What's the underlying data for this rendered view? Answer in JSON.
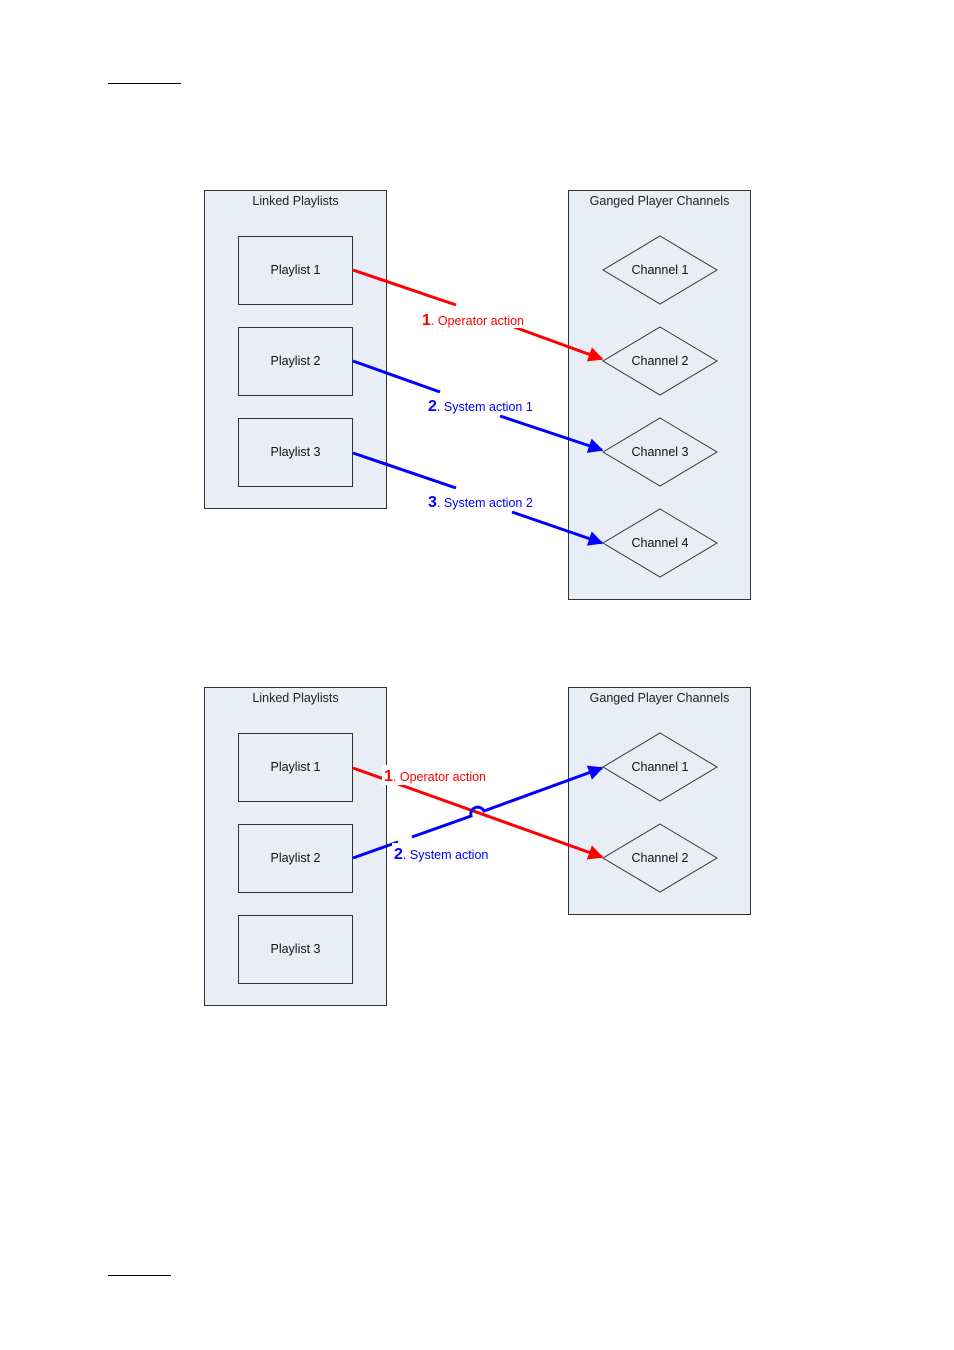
{
  "colors": {
    "panel_fill": "#e8edf6",
    "panel_stroke": "#333333",
    "operator": "#ff0000",
    "system": "#0000ff"
  },
  "diagram1": {
    "left_panel_title": "Linked Playlists",
    "right_panel_title": "Ganged Player Channels",
    "playlists": [
      "Playlist 1",
      "Playlist 2",
      "Playlist 3"
    ],
    "channels": [
      "Channel 1",
      "Channel 2",
      "Channel 3",
      "Channel 4"
    ],
    "actions": [
      {
        "num": "1",
        "text": ". Operator action",
        "kind": "operator",
        "from": "Playlist 1",
        "to": "Channel 2"
      },
      {
        "num": "2",
        "text": ". System action 1",
        "kind": "system",
        "from": "Playlist 2",
        "to": "Channel 3"
      },
      {
        "num": "3",
        "text": ". System action 2",
        "kind": "system",
        "from": "Playlist 3",
        "to": "Channel 4"
      }
    ]
  },
  "diagram2": {
    "left_panel_title": "Linked Playlists",
    "right_panel_title": "Ganged Player Channels",
    "playlists": [
      "Playlist 1",
      "Playlist 2",
      "Playlist 3"
    ],
    "channels": [
      "Channel 1",
      "Channel 2"
    ],
    "actions": [
      {
        "num": "1",
        "text": ". Operator action",
        "kind": "operator",
        "from": "Playlist 1",
        "to": "Channel 2"
      },
      {
        "num": "2",
        "text": ". System action",
        "kind": "system",
        "from": "Playlist 2",
        "to": "Channel 1"
      }
    ]
  }
}
